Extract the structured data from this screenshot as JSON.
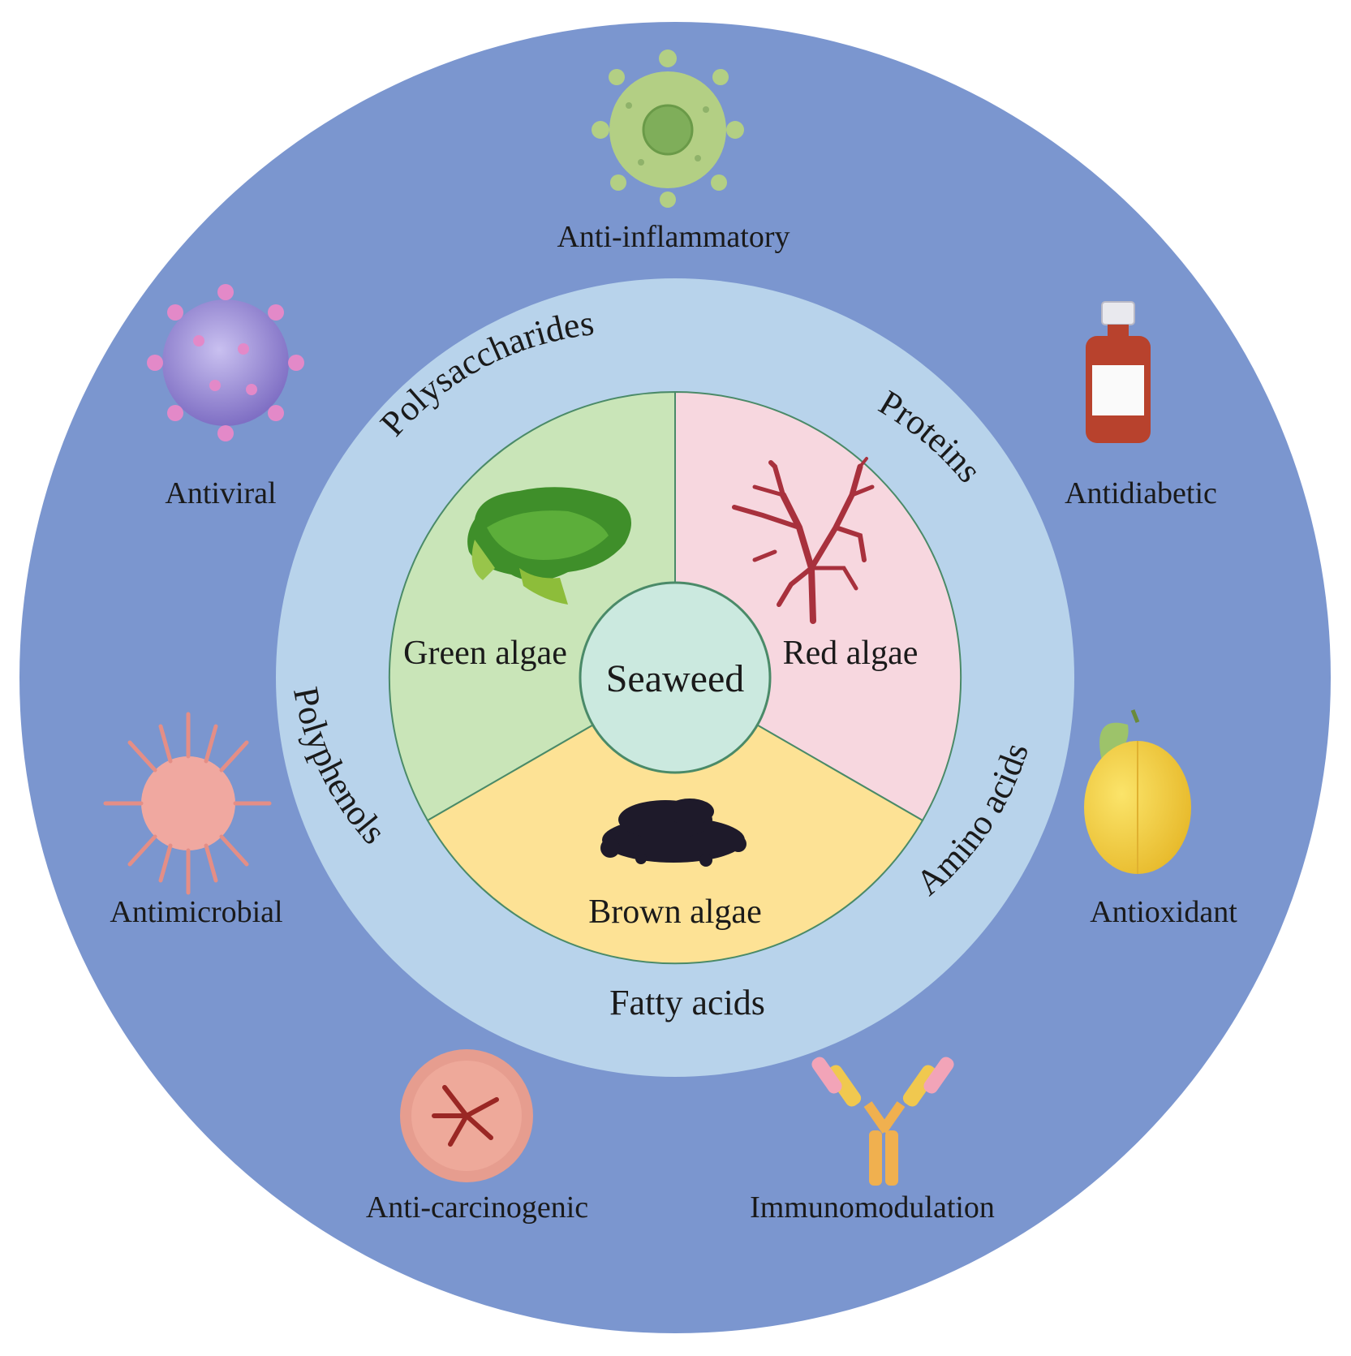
{
  "colors": {
    "outer_ring": "#7b96cf",
    "middle_ring": "#b8d3eb",
    "green_sector": "#c9e5b8",
    "red_sector": "#f7d7df",
    "brown_sector": "#fde295",
    "center": "#cbe9df",
    "sector_border": "#4a8a68"
  },
  "center": {
    "label": "Seaweed"
  },
  "sectors": [
    {
      "label": "Green algae",
      "icon": "green-seaweed-icon"
    },
    {
      "label": "Red algae",
      "icon": "red-seaweed-icon"
    },
    {
      "label": "Brown algae",
      "icon": "brown-seaweed-icon"
    }
  ],
  "compounds": [
    {
      "label": "Polysaccharides"
    },
    {
      "label": "Proteins"
    },
    {
      "label": "Amino acids"
    },
    {
      "label": "Fatty acids"
    },
    {
      "label": "Polyphenols"
    }
  ],
  "activities": [
    {
      "label": "Anti-inflammatory",
      "icon": "inflamed-cell-icon"
    },
    {
      "label": "Antidiabetic",
      "icon": "medicine-bottle-icon"
    },
    {
      "label": "Antioxidant",
      "icon": "lemon-icon"
    },
    {
      "label": "Immunomodulation",
      "icon": "antibody-icon"
    },
    {
      "label": "Anti-carcinogenic",
      "icon": "tumor-cell-icon"
    },
    {
      "label": "Antimicrobial",
      "icon": "microbe-icon"
    },
    {
      "label": "Antiviral",
      "icon": "virus-icon"
    }
  ]
}
